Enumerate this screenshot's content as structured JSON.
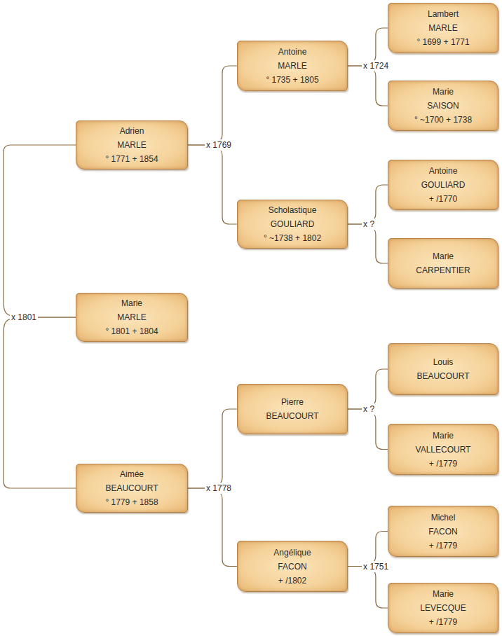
{
  "diagram": {
    "nodes": [
      {
        "text": [
          "Adrien",
          "MARLE",
          "° 1771 + 1854"
        ]
      },
      {
        "text": [
          "Marie",
          "MARLE",
          "° 1801 + 1804"
        ]
      },
      {
        "text": [
          "Aimée",
          "BEAUCOURT",
          "° 1779 + 1858"
        ]
      },
      {
        "text": [
          "Antoine",
          "MARLE",
          "° 1735 + 1805"
        ]
      },
      {
        "text": [
          "Scholastique",
          "GOULIARD",
          "° ~1738 + 1802"
        ]
      },
      {
        "text": [
          "Pierre",
          "BEAUCOURT"
        ]
      },
      {
        "text": [
          "Angélique",
          "FACON",
          "+ /1802"
        ]
      },
      {
        "text": [
          "Lambert",
          "MARLE",
          "° 1699 + 1771"
        ]
      },
      {
        "text": [
          "Marie",
          "SAISON",
          "° ~1700 + 1738"
        ]
      },
      {
        "text": [
          "Antoine",
          "GOULIARD",
          "+ /1770"
        ]
      },
      {
        "text": [
          "Marie",
          "CARPENTIER"
        ]
      },
      {
        "text": [
          "Louis",
          "BEAUCOURT"
        ]
      },
      {
        "text": [
          "Marie",
          "VALLECOURT",
          "+ /1779"
        ]
      },
      {
        "text": [
          "Michel",
          "FACON",
          "+ /1779"
        ]
      },
      {
        "text": [
          "Marie",
          "LEVECQUE",
          "+ /1779"
        ]
      }
    ],
    "edges": [
      {
        "from": 1,
        "to": 0,
        "arrow": "none",
        "label": "x 1801"
      },
      {
        "from": 1,
        "to": 2,
        "arrow": "none"
      },
      {
        "from": 0,
        "to": 3,
        "arrow": "none",
        "label": "x 1769"
      },
      {
        "from": 0,
        "to": 4,
        "arrow": "none"
      },
      {
        "from": 2,
        "to": 5,
        "arrow": "none",
        "label": "x 1778"
      },
      {
        "from": 2,
        "to": 6,
        "arrow": "none"
      },
      {
        "from": 3,
        "to": 7,
        "arrow": "none",
        "label": "x 1724"
      },
      {
        "from": 3,
        "to": 8,
        "arrow": "none"
      },
      {
        "from": 4,
        "to": 9,
        "arrow": "none",
        "label": "x ?"
      },
      {
        "from": 4,
        "to": 10,
        "arrow": "none"
      },
      {
        "from": 5,
        "to": 11,
        "arrow": "none",
        "label": "x ?"
      },
      {
        "from": 5,
        "to": 12,
        "arrow": "none"
      },
      {
        "from": 6,
        "to": 13,
        "arrow": "none",
        "label": "x 1751"
      },
      {
        "from": 6,
        "to": 14,
        "arrow": "none"
      }
    ]
  }
}
